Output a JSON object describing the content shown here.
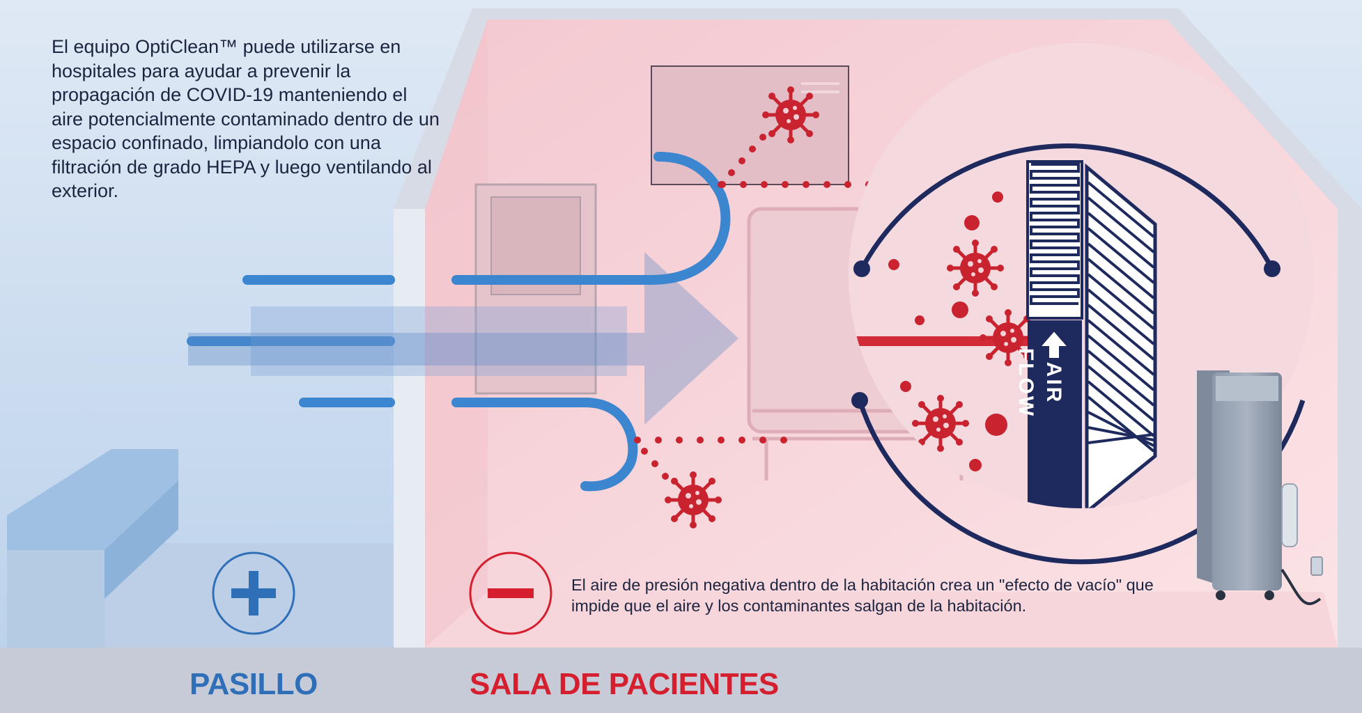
{
  "intro_text": "El equipo OptiClean™ puede utilizarse en hospitales para ayudar a prevenir la propagación de COVID-19 manteniendo el aire potencialmente contaminado dentro de un espacio confinado, limpiandolo con una filtración de grado HEPA y luego ventilando al exterior.",
  "hallway": {
    "label": "PASILLO",
    "pressure_symbol": "plus-icon"
  },
  "patient_room": {
    "label": "SALA DE PACIENTES",
    "pressure_symbol": "minus-icon"
  },
  "negative_pressure_note": "El aire de presión negativa dentro de la habitación crea un \"efecto de vacío\" que impide que el aire y los contaminantes salgan de la habitación.",
  "filter": {
    "airflow_label": "AIR FLOW"
  },
  "colors": {
    "hallway_blue": "#2f6fb8",
    "patient_red": "#d51f2e",
    "navy": "#1e2a5e",
    "airflow_blue": "#3b86cf",
    "virus_red": "#c9232f"
  }
}
